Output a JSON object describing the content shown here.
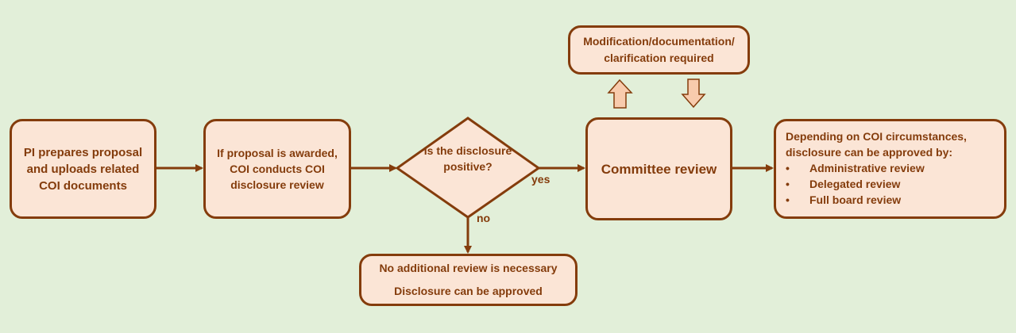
{
  "nodes": {
    "pi_prepares": "PI prepares proposal and uploads related COI documents",
    "coi_review": "If proposal is awarded, COI conducts COI disclosure review",
    "decision": "Is the disclosure positive?",
    "committee": "Committee review",
    "modification": "Modification/documentation/\nclarification required",
    "no_additional": "No additional review is necessary\nDisclosure can be approved",
    "depending": {
      "heading": "Depending on COI circumstances, disclosure can be approved by:",
      "bullet": "•",
      "items": [
        "Administrative review",
        "Delegated review",
        "Full board review"
      ]
    }
  },
  "edge_labels": {
    "yes": "yes",
    "no": "no"
  },
  "colors": {
    "background": "#e2efd9",
    "box_fill": "#fbe5d6",
    "border": "#843c0c",
    "text": "#843c0c",
    "block_arrow_fill": "#f8cbad"
  }
}
